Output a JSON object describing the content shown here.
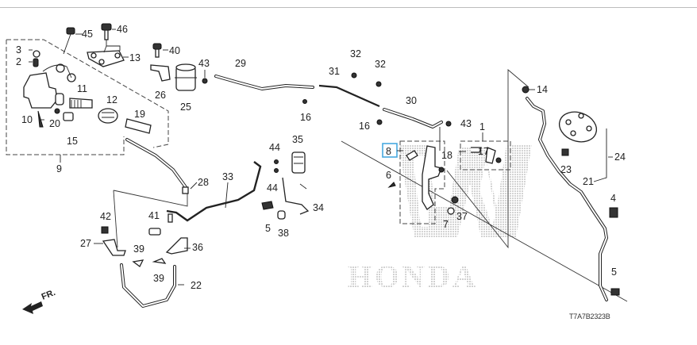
{
  "diagram": {
    "title": "Honda clutch master cylinder / clutch line parts diagram",
    "code": "T7A7B2323B",
    "brand_watermark": "HONDA",
    "direction_label": "FR.",
    "selected_part": "8",
    "selection_color": "#47a9e0",
    "parts": {
      "p1": "1",
      "p2": "2",
      "p3": "3",
      "p4": "4",
      "p5a": "5",
      "p5b": "5",
      "p6": "6",
      "p7": "7",
      "p8": "8",
      "p9": "9",
      "p10": "10",
      "p11": "11",
      "p12": "12",
      "p13": "13",
      "p14": "14",
      "p15": "15",
      "p16a": "16",
      "p16b": "16",
      "p17": "17",
      "p18": "18",
      "p19": "19",
      "p20": "20",
      "p21": "21",
      "p22": "22",
      "p23": "23",
      "p24": "24",
      "p25": "25",
      "p26": "26",
      "p27": "27",
      "p28": "28",
      "p29": "29",
      "p30": "30",
      "p31": "31",
      "p32a": "32",
      "p32b": "32",
      "p33": "33",
      "p34": "34",
      "p35": "35",
      "p36": "36",
      "p37": "37",
      "p38": "38",
      "p39a": "39",
      "p39b": "39",
      "p40": "40",
      "p41": "41",
      "p42": "42",
      "p43a": "43",
      "p43b": "43",
      "p44a": "44",
      "p44b": "44",
      "p45": "45",
      "p46": "46"
    }
  }
}
